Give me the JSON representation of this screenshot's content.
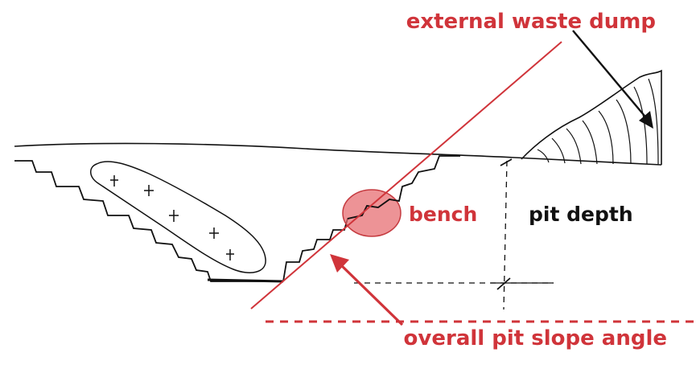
{
  "labels": {
    "external_waste_dump": "external waste dump",
    "bench": "bench",
    "pit_depth": "pit depth",
    "overall_pit_slope_angle": "overall pit slope angle"
  },
  "colors": {
    "accent_red": "#d0343a",
    "bench_highlight": "#e6696d",
    "ink": "#111111"
  }
}
